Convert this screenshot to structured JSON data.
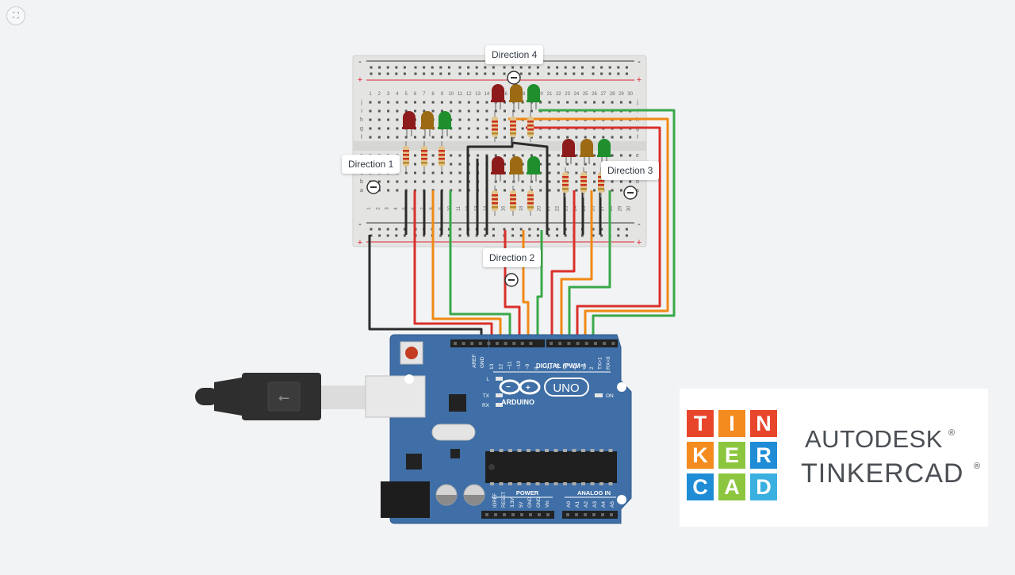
{
  "canvas": {
    "zoom_to_fit_icon": "fullscreen-icon",
    "bg_color": "#f2f3f5"
  },
  "callouts": {
    "direction_1": "Direction 1",
    "direction_2": "Direction 2",
    "direction_3": "Direction 3",
    "direction_4": "Direction 4"
  },
  "arduino": {
    "logo_text": "ARDUINO",
    "model": "UNO",
    "digital_label": "DIGITAL (PWM~)",
    "power_label": "POWER",
    "analog_label": "ANALOG IN",
    "on_label": "ON",
    "led_l": "L",
    "led_tx": "TX",
    "led_rx": "RX",
    "aref": "AREF",
    "gnd": "GND",
    "digital_pins": [
      "13",
      "12",
      "~11",
      "~10",
      "~9",
      "8",
      "7",
      "~6",
      "~5",
      "4",
      "~3",
      "2",
      "TX>1",
      "RX<0"
    ],
    "power_pins": [
      "IOREF",
      "RESET",
      "3.3V",
      "5V",
      "GND",
      "GND",
      "Vin"
    ],
    "analog_pins": [
      "A0",
      "A1",
      "A2",
      "A3",
      "A4",
      "A5"
    ],
    "board_color": "#3f6fa6"
  },
  "breadboard": {
    "row_letters_top": [
      "j",
      "i",
      "h",
      "g",
      "f"
    ],
    "row_letters_bottom": [
      "e",
      "d",
      "c",
      "b",
      "a"
    ],
    "plus_sign": "+",
    "minus_sign": "-"
  },
  "brand": {
    "tiles": [
      {
        "letter": "T",
        "color": "#e8462b"
      },
      {
        "letter": "I",
        "color": "#f38b1f"
      },
      {
        "letter": "N",
        "color": "#e8462b"
      },
      {
        "letter": "K",
        "color": "#f38b1f"
      },
      {
        "letter": "E",
        "color": "#8cc63f"
      },
      {
        "letter": "R",
        "color": "#1f8dd6"
      },
      {
        "letter": "C",
        "color": "#1f8dd6"
      },
      {
        "letter": "A",
        "color": "#8cc63f"
      },
      {
        "letter": "D",
        "color": "#3ab0e0"
      }
    ],
    "line1": "AUTODESK",
    "line2": "TINKERCAD",
    "registered": "®"
  }
}
